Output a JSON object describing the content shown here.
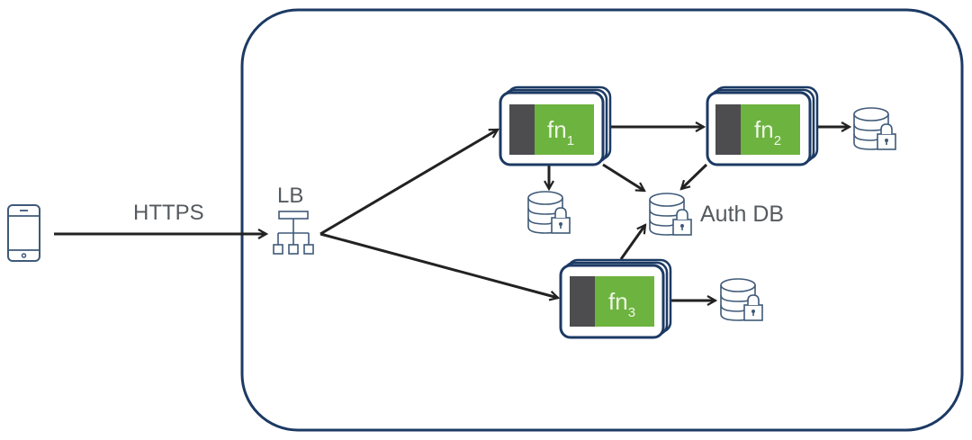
{
  "diagram": {
    "title": "",
    "colors": {
      "container_border": "#1c3a64",
      "function_green": "#6db33f",
      "function_dark": "#4d4d4f",
      "arrow": "#222222",
      "icon_stroke": "#3f5a78",
      "text": "#555a5e"
    },
    "client": {
      "icon": "mobile-phone-icon"
    },
    "connection": {
      "label": "HTTPS"
    },
    "load_balancer": {
      "label": "LB",
      "icon": "network-hierarchy-icon"
    },
    "functions": [
      {
        "id": "fn1",
        "name": "fn",
        "subscript": "1"
      },
      {
        "id": "fn2",
        "name": "fn",
        "subscript": "2"
      },
      {
        "id": "fn3",
        "name": "fn",
        "subscript": "3"
      }
    ],
    "databases": [
      {
        "id": "db-fn1",
        "label": "",
        "icon": "locked-database-icon"
      },
      {
        "id": "db-fn2",
        "label": "",
        "icon": "locked-database-icon"
      },
      {
        "id": "db-fn3",
        "label": "",
        "icon": "locked-database-icon"
      },
      {
        "id": "auth-db",
        "label": "Auth DB",
        "icon": "locked-database-icon"
      }
    ],
    "edges": [
      {
        "from": "client",
        "to": "LB",
        "label": "HTTPS"
      },
      {
        "from": "LB",
        "to": "fn1"
      },
      {
        "from": "LB",
        "to": "fn3"
      },
      {
        "from": "fn1",
        "to": "fn2"
      },
      {
        "from": "fn1",
        "to": "db-fn1"
      },
      {
        "from": "fn1",
        "to": "auth-db"
      },
      {
        "from": "fn2",
        "to": "auth-db"
      },
      {
        "from": "fn2",
        "to": "db-fn2"
      },
      {
        "from": "fn3",
        "to": "auth-db"
      },
      {
        "from": "fn3",
        "to": "db-fn3"
      }
    ]
  }
}
